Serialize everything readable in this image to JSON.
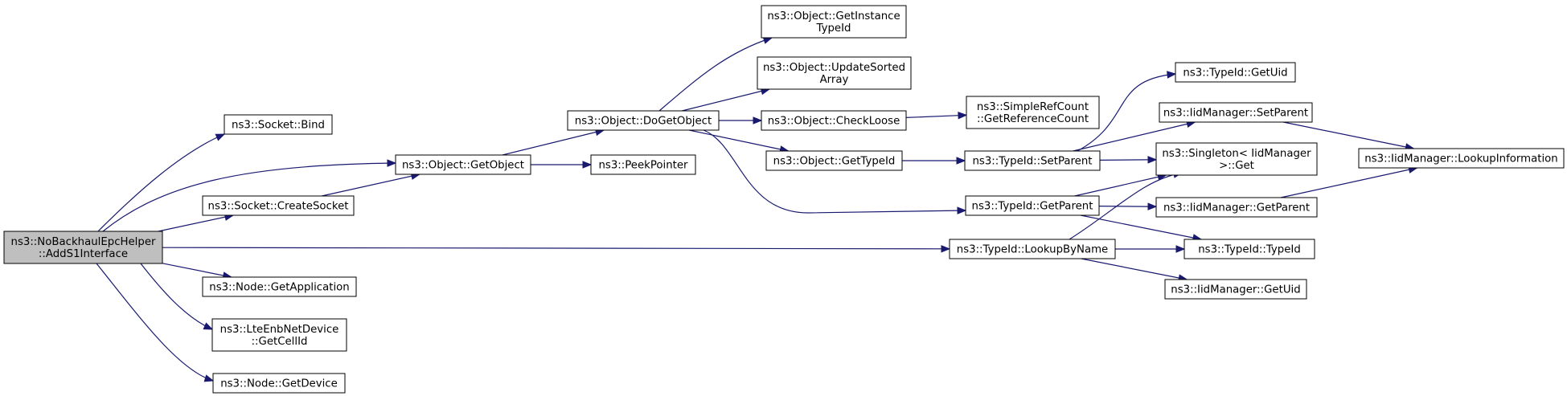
{
  "diagram": {
    "type": "call-graph",
    "colors": {
      "edge": "#191970",
      "node_border": "#000000",
      "root_fill": "#bfbfbf",
      "node_fill": "#ffffff"
    },
    "nodes": [
      {
        "id": "root",
        "lines": [
          "ns3::NoBackhaulEpcHelper",
          "::AddS1Interface"
        ],
        "root": true
      },
      {
        "id": "bind",
        "lines": [
          "ns3::Socket::Bind"
        ]
      },
      {
        "id": "getobject",
        "lines": [
          "ns3::Object::GetObject"
        ]
      },
      {
        "id": "createsocket",
        "lines": [
          "ns3::Socket::CreateSocket"
        ]
      },
      {
        "id": "getapplication",
        "lines": [
          "ns3::Node::GetApplication"
        ]
      },
      {
        "id": "getcellid",
        "lines": [
          "ns3::LteEnbNetDevice",
          "::GetCellId"
        ]
      },
      {
        "id": "getdevice",
        "lines": [
          "ns3::Node::GetDevice"
        ]
      },
      {
        "id": "dogetobject",
        "lines": [
          "ns3::Object::DoGetObject"
        ]
      },
      {
        "id": "peekpointer",
        "lines": [
          "ns3::PeekPointer"
        ]
      },
      {
        "id": "getinstancetypeid",
        "lines": [
          "ns3::Object::GetInstance",
          "TypeId"
        ]
      },
      {
        "id": "updatesortedarray",
        "lines": [
          "ns3::Object::UpdateSorted",
          "Array"
        ]
      },
      {
        "id": "checkloose",
        "lines": [
          "ns3::Object::CheckLoose"
        ]
      },
      {
        "id": "gettypeid",
        "lines": [
          "ns3::Object::GetTypeId"
        ]
      },
      {
        "id": "getreferencecount",
        "lines": [
          "ns3::SimpleRefCount",
          "::GetReferenceCount"
        ]
      },
      {
        "id": "setparent",
        "lines": [
          "ns3::TypeId::SetParent"
        ]
      },
      {
        "id": "typeid_getparent",
        "lines": [
          "ns3::TypeId::GetParent"
        ]
      },
      {
        "id": "lookupbyname",
        "lines": [
          "ns3::TypeId::LookupByName"
        ]
      },
      {
        "id": "typeid_getuid",
        "lines": [
          "ns3::TypeId::GetUid"
        ]
      },
      {
        "id": "iid_setparent",
        "lines": [
          "ns3::IidManager::SetParent"
        ]
      },
      {
        "id": "singleton_get",
        "lines": [
          "ns3::Singleton< IidManager",
          ">::Get"
        ]
      },
      {
        "id": "iid_getparent",
        "lines": [
          "ns3::IidManager::GetParent"
        ]
      },
      {
        "id": "typeid_typeid",
        "lines": [
          "ns3::TypeId::TypeId"
        ]
      },
      {
        "id": "iid_getuid",
        "lines": [
          "ns3::IidManager::GetUid"
        ]
      },
      {
        "id": "lookupinformation",
        "lines": [
          "ns3::IidManager::LookupInformation"
        ]
      }
    ],
    "edges": [
      [
        "root",
        "bind"
      ],
      [
        "root",
        "getobject"
      ],
      [
        "root",
        "createsocket"
      ],
      [
        "root",
        "lookupbyname"
      ],
      [
        "root",
        "getapplication"
      ],
      [
        "root",
        "getcellid"
      ],
      [
        "root",
        "getdevice"
      ],
      [
        "createsocket",
        "getobject"
      ],
      [
        "getobject",
        "dogetobject"
      ],
      [
        "getobject",
        "peekpointer"
      ],
      [
        "dogetobject",
        "getinstancetypeid"
      ],
      [
        "dogetobject",
        "updatesortedarray"
      ],
      [
        "dogetobject",
        "checkloose"
      ],
      [
        "dogetobject",
        "gettypeid"
      ],
      [
        "dogetobject",
        "typeid_getparent"
      ],
      [
        "checkloose",
        "getreferencecount"
      ],
      [
        "gettypeid",
        "setparent"
      ],
      [
        "setparent",
        "typeid_getuid"
      ],
      [
        "setparent",
        "iid_setparent"
      ],
      [
        "setparent",
        "singleton_get"
      ],
      [
        "iid_setparent",
        "lookupinformation"
      ],
      [
        "typeid_getparent",
        "singleton_get"
      ],
      [
        "typeid_getparent",
        "iid_getparent"
      ],
      [
        "typeid_getparent",
        "typeid_typeid"
      ],
      [
        "iid_getparent",
        "lookupinformation"
      ],
      [
        "lookupbyname",
        "singleton_get"
      ],
      [
        "lookupbyname",
        "typeid_typeid"
      ],
      [
        "lookupbyname",
        "iid_getuid"
      ]
    ]
  }
}
